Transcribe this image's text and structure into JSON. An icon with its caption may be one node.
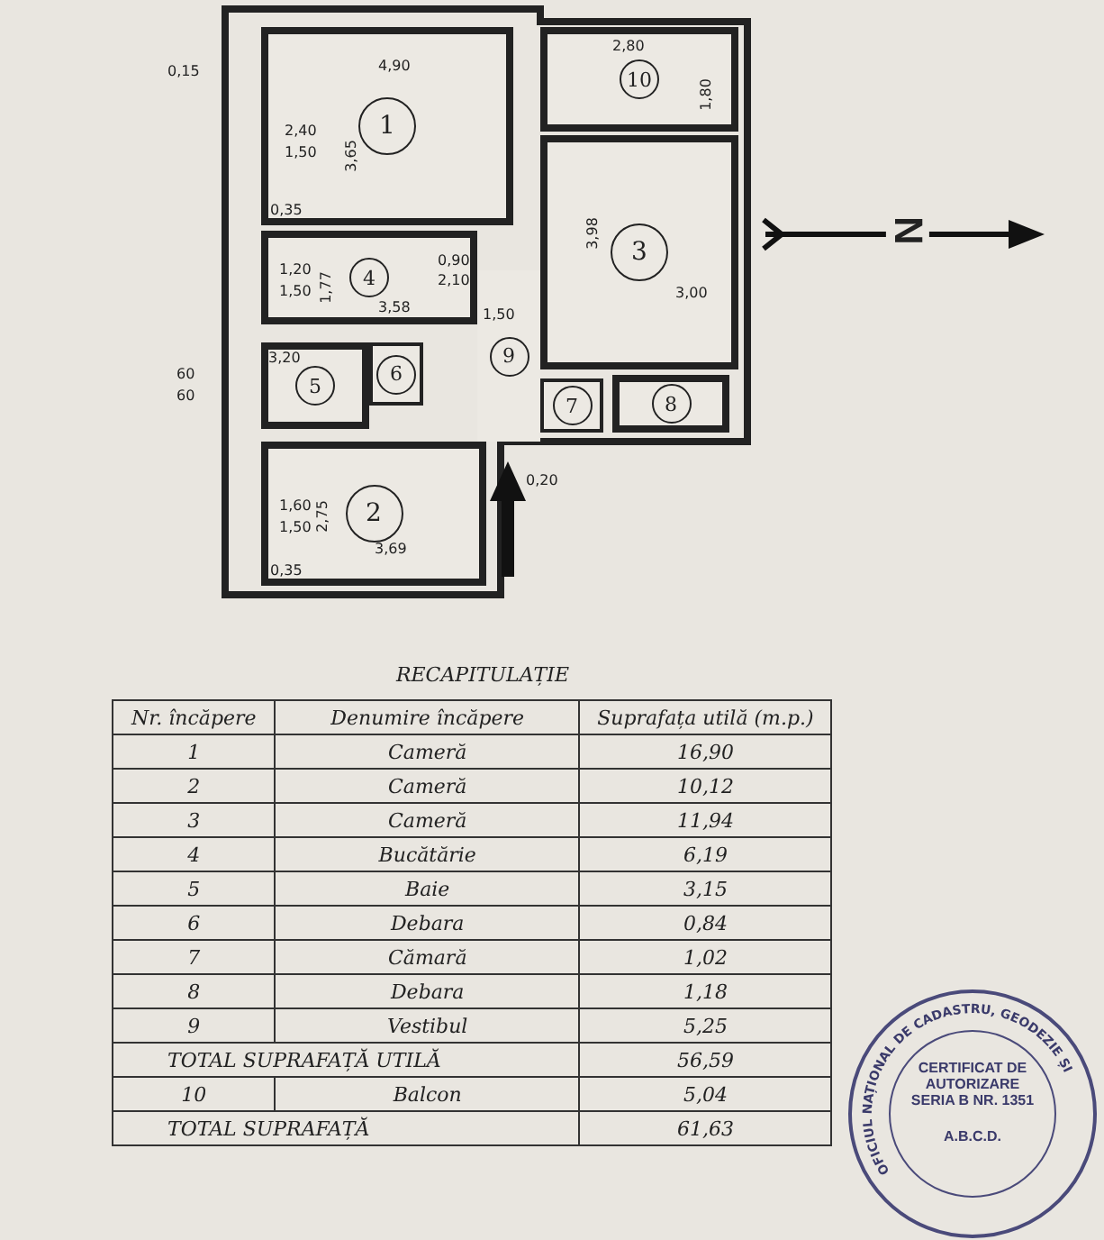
{
  "diagram": {
    "nodes": [
      {
        "text": [
          "1"
        ]
      },
      {
        "text": [
          "2"
        ]
      },
      {
        "text": [
          "3"
        ]
      },
      {
        "text": [
          "4"
        ]
      },
      {
        "text": [
          "5"
        ]
      },
      {
        "text": [
          "6"
        ]
      },
      {
        "text": [
          "7"
        ]
      },
      {
        "text": [
          "8"
        ]
      },
      {
        "text": [
          "9"
        ]
      },
      {
        "text": [
          "10"
        ]
      }
    ],
    "labels": [
      "0,15",
      "4,90",
      "2,80",
      "2,40",
      "1,50",
      "3,65",
      "1,80",
      "0,35",
      "1,20",
      "1,50",
      "1,77",
      "3,58",
      "0,90",
      "2,10",
      "3,98",
      "3,00",
      "1,50",
      "60",
      "60",
      "3,20",
      "0,20",
      "1,60",
      "1,50",
      "2,75",
      "3,69",
      "0,35",
      "N",
      "RECAPITULAȚIE",
      "Nr. încăpere",
      "Denumire încăpere",
      "Suprafața utilă (m.p.)",
      "1",
      "Cameră",
      "16,90",
      "2",
      "Cameră",
      "10,12",
      "3",
      "Cameră",
      "11,94",
      "4",
      "Bucătărie",
      "6,19",
      "5",
      "Baie",
      "3,15",
      "6",
      "Debara",
      "0,84",
      "7",
      "Cămară",
      "1,02",
      "8",
      "Debara",
      "1,18",
      "9",
      "Vestibul",
      "5,25",
      "TOTAL SUPRAFAȚĂ UTILĂ",
      "56,59",
      "10",
      "Balcon",
      "5,04",
      "TOTAL SUPRAFAȚĂ",
      "61,63",
      "OFICIUL NAȚIONAL DE CADASTRU, GEODEZIE ȘI",
      "CERTIFICAT DE AUTORIZARE",
      "SERIA B NR. 1351",
      "A.B.C.D."
    ]
  }
}
